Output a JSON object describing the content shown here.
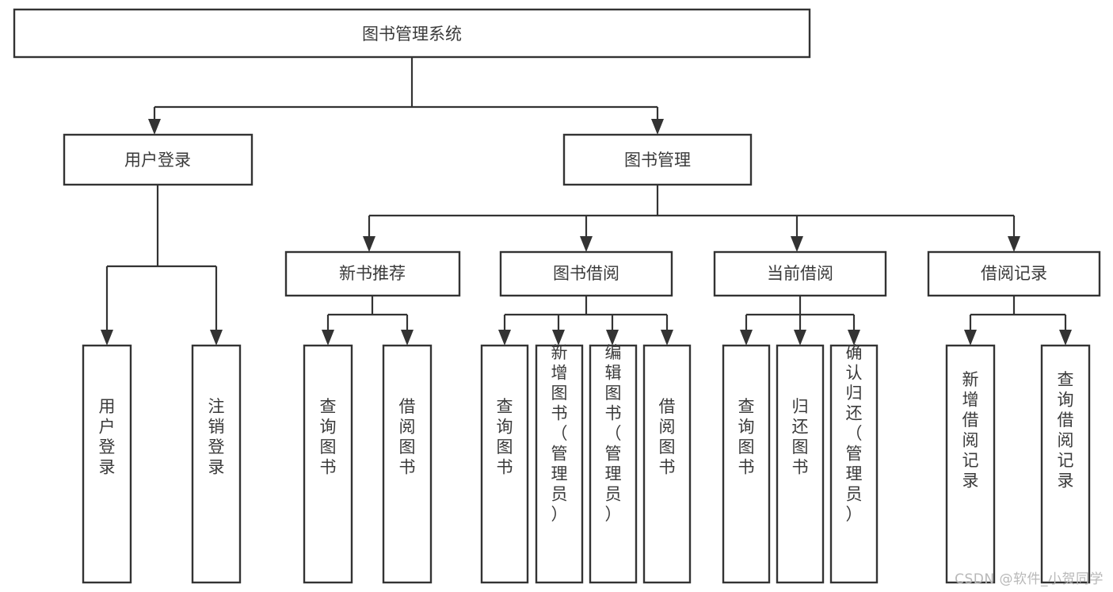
{
  "diagram": {
    "type": "tree-hierarchy-flowchart",
    "title": "图书管理系统",
    "root": {
      "id": "root",
      "label": "图书管理系统",
      "orientation": "horizontal"
    },
    "level2": [
      {
        "id": "user-login",
        "label": "用户登录",
        "orientation": "horizontal"
      },
      {
        "id": "book-manage",
        "label": "图书管理",
        "orientation": "horizontal"
      }
    ],
    "level3": [
      {
        "id": "new-book-rec",
        "label": "新书推荐",
        "orientation": "horizontal",
        "parent": "book-manage"
      },
      {
        "id": "book-borrow",
        "label": "图书借阅",
        "orientation": "horizontal",
        "parent": "book-manage"
      },
      {
        "id": "current-borrow",
        "label": "当前借阅",
        "orientation": "horizontal",
        "parent": "book-manage"
      },
      {
        "id": "borrow-record",
        "label": "借阅记录",
        "orientation": "horizontal",
        "parent": "book-manage"
      }
    ],
    "leaves": [
      {
        "id": "leaf-user-login",
        "label": "用户登录",
        "orientation": "vertical",
        "parent": "user-login"
      },
      {
        "id": "leaf-logout",
        "label": "注销登录",
        "orientation": "vertical",
        "parent": "user-login"
      },
      {
        "id": "leaf-query-book-1",
        "label": "查询图书",
        "orientation": "vertical",
        "parent": "new-book-rec"
      },
      {
        "id": "leaf-borrow-book-1",
        "label": "借阅图书",
        "orientation": "vertical",
        "parent": "new-book-rec"
      },
      {
        "id": "leaf-query-book-2",
        "label": "查询图书",
        "orientation": "vertical",
        "parent": "book-borrow"
      },
      {
        "id": "leaf-add-book",
        "label": "新增图书（管理员）",
        "orientation": "vertical",
        "parent": "book-borrow"
      },
      {
        "id": "leaf-edit-book",
        "label": "编辑图书（管理员）",
        "orientation": "vertical",
        "parent": "book-borrow"
      },
      {
        "id": "leaf-borrow-book-2",
        "label": "借阅图书",
        "orientation": "vertical",
        "parent": "book-borrow"
      },
      {
        "id": "leaf-query-book-3",
        "label": "查询图书",
        "orientation": "vertical",
        "parent": "current-borrow"
      },
      {
        "id": "leaf-return-book",
        "label": "归还图书",
        "orientation": "vertical",
        "parent": "current-borrow"
      },
      {
        "id": "leaf-confirm-return",
        "label": "确认归还（管理员）",
        "orientation": "vertical",
        "parent": "current-borrow"
      },
      {
        "id": "leaf-add-record",
        "label": "新增借阅记录",
        "orientation": "vertical",
        "parent": "borrow-record"
      },
      {
        "id": "leaf-query-record",
        "label": "查询借阅记录",
        "orientation": "vertical",
        "parent": "borrow-record"
      }
    ],
    "colors": {
      "box_fill": "#ffffff",
      "box_stroke": "#333333",
      "text": "#3a3a3a",
      "background": "#ffffff",
      "watermark": "#b8b8b8"
    }
  },
  "watermark": {
    "text": "CSDN @软件_小贺同学"
  }
}
